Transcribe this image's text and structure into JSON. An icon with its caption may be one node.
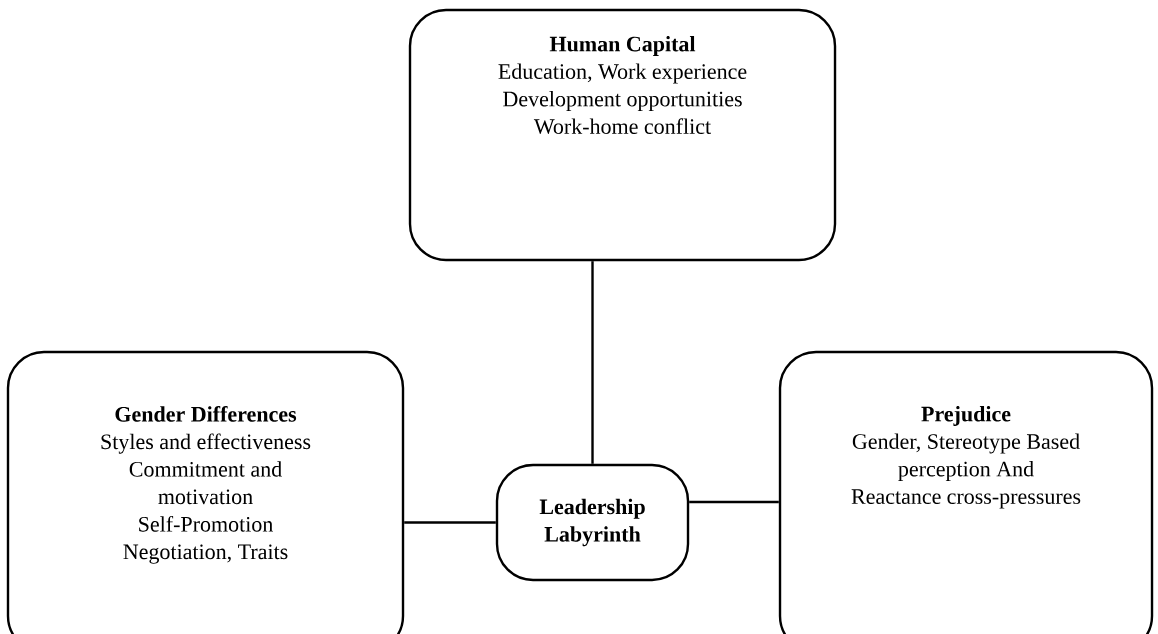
{
  "diagram": {
    "nodes": [
      {
        "text": [
          "Human Capital",
          "Education, Work experience",
          "Development opportunities",
          "Work-home conflict"
        ]
      },
      {
        "text": [
          "Gender Differences",
          "Styles and effectiveness",
          "Commitment and motivation",
          "Self-Promotion",
          "Negotiation, Traits"
        ]
      },
      {
        "text": [
          "Leadership Labyrinth"
        ]
      },
      {
        "text": [
          "Prejudice",
          "Gender, Stereotype Based perception And Reactance cross-pressures"
        ]
      }
    ],
    "edges": [
      {
        "from": 0,
        "to": 2,
        "arrow": "none"
      },
      {
        "from": 1,
        "to": 2,
        "arrow": "none"
      },
      {
        "from": 2,
        "to": 3,
        "arrow": "none"
      }
    ]
  }
}
